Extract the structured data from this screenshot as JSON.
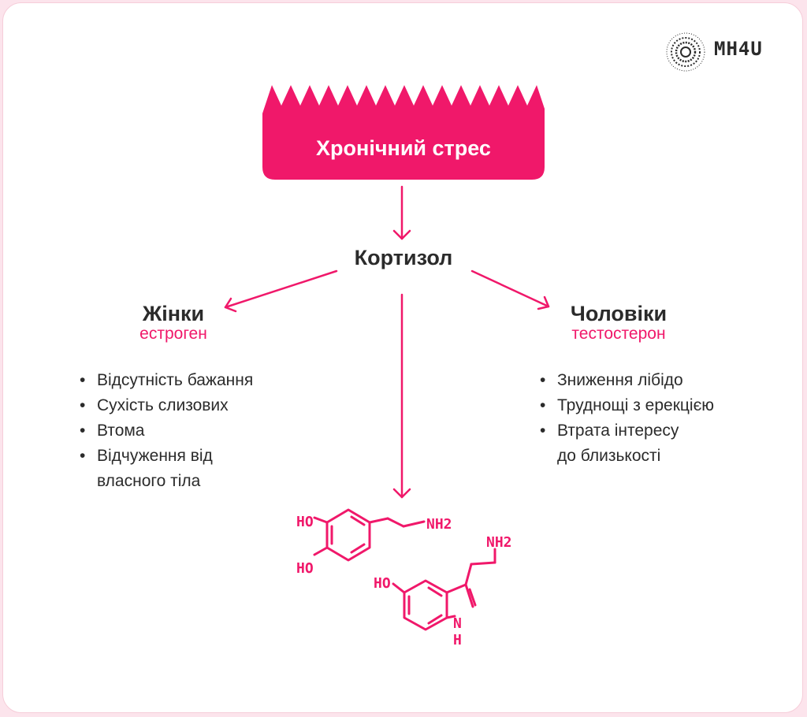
{
  "brand": {
    "logo_text": "MH4U",
    "accent": "#f0186a",
    "text_color": "#2b2b2b"
  },
  "nodes": {
    "stress": "Хронічний стрес",
    "cortisol": "Кортизол"
  },
  "women": {
    "title": "Жінки",
    "hormone": "естроген",
    "effects": [
      "Відсутність бажання",
      "Сухість слизових",
      "Втома",
      "Відчуження від",
      "власного тіла"
    ]
  },
  "men": {
    "title": "Чоловіки",
    "hormone": "тестостерон",
    "effects": [
      "Зниження лібідо",
      "Труднощі з ерекцією",
      "Втрата інтересу",
      "до близькості"
    ]
  },
  "molecules": {
    "dopamine_oh_top": "HO",
    "dopamine_oh_bottom": "HO",
    "dopamine_amine": "NH2",
    "serotonin_amine": "NH2",
    "serotonin_oh": "HO",
    "serotonin_n": "N",
    "serotonin_h": "H"
  },
  "icons": [
    "spiral-logo-icon",
    "arrow-down-icon",
    "arrow-left-icon",
    "arrow-right-icon"
  ]
}
